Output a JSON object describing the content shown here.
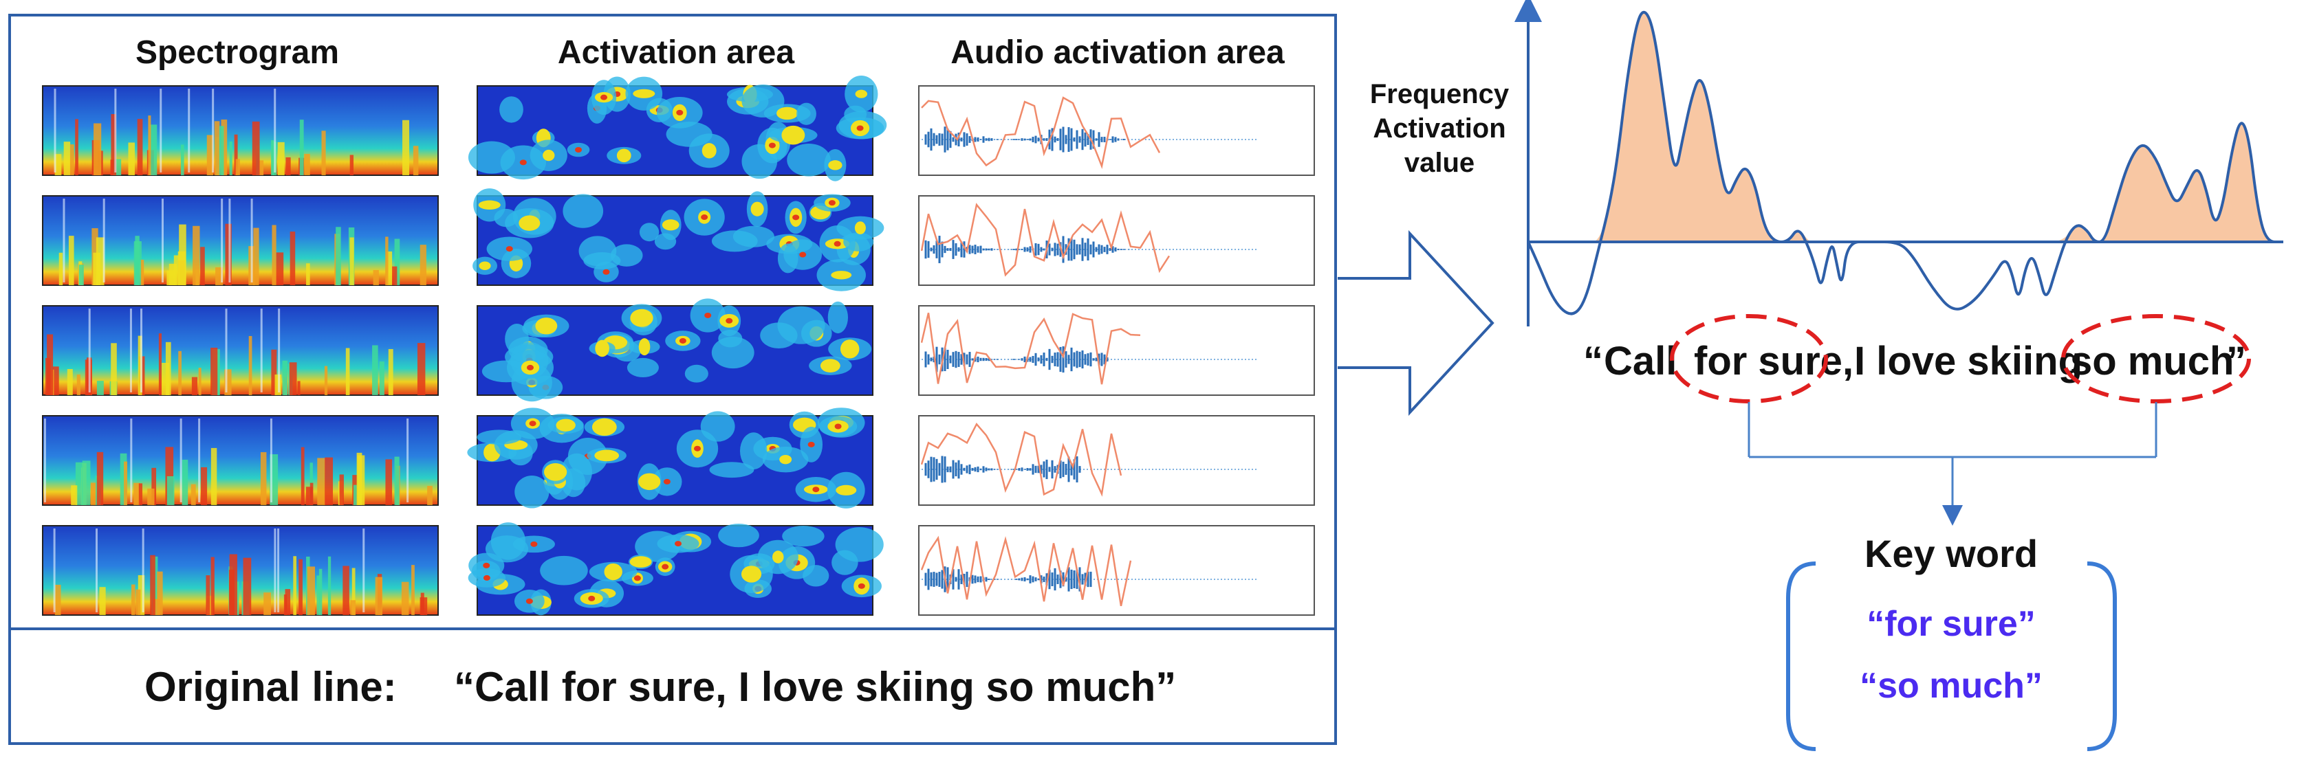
{
  "columns": {
    "spectrogram": "Spectrogram",
    "activation": "Activation area",
    "audio_activation": "Audio activation area"
  },
  "original_line": {
    "label": "Original line:",
    "text": "“Call for sure, I love skiing so much”"
  },
  "chart": {
    "ylabel_1": "Frequency",
    "ylabel_2": "Activation",
    "ylabel_3": "value",
    "fill_color": "#f8c7a3",
    "line_color": "#2e5fa8"
  },
  "sentence": {
    "open_quote": "“",
    "w1": "Call",
    "w2": "for sure,",
    "w3": "I love skiing",
    "w4": "so much",
    "close_quote": "”"
  },
  "keyword_box": {
    "title": "Key word",
    "items": [
      "“for sure”",
      "“so much”"
    ],
    "bracket_color": "#3a7bd5",
    "item_color": "#4b2bf0"
  },
  "highlight_color": "#e02020",
  "frame_color": "#2e5fa8"
}
